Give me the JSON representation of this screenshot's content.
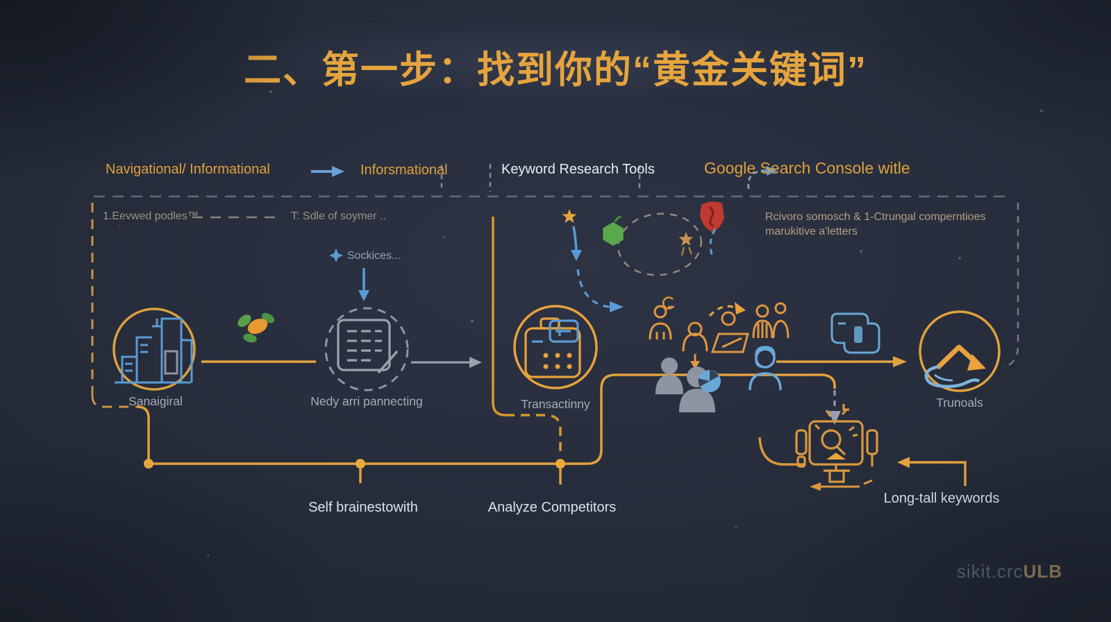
{
  "title": "二、第一步：找到你的“黄金关键词”",
  "headings": {
    "nav": "Navigational/ Informational",
    "informational": "Inforsmational",
    "keyword_tools": "Keyword Research Tools",
    "google_console": "Google Search Console witle"
  },
  "subtexts": {
    "podles": "1.Eevwed podles™",
    "sdle": "T: Sdle of soymer ..",
    "sockices": "Sockices...",
    "rcivoro_line1": "Rcivoro somosch &  1-Ctrungal comperntioes",
    "rcivoro_line2": "marukitive a'letters"
  },
  "nodes": {
    "node1": "Sanaigiral",
    "node2": "Nedy arri pannecting",
    "node3": "Transactinny",
    "node4": "Trunoals"
  },
  "bottom_labels": {
    "brainstorm": "Self brainestowith",
    "competitors": "Analyze Competitors",
    "longtail": "Long-tall keywords"
  },
  "watermark": {
    "part1": "sikit.crc",
    "part2": "ULB"
  },
  "colors": {
    "accent_orange": "#E2A23E",
    "blue": "#5B9BD5",
    "green": "#5AA84D",
    "red": "#BF3A30",
    "gray": "#9AA3B0",
    "white": "#E8ECF2",
    "background": "#272C3A"
  },
  "icons": {
    "node1": "city-buildings-icon",
    "node2": "document-table-icon",
    "node3": "briefcase-calculator-icon",
    "node4": "hand-arrow-icon",
    "cluster": "team-people-icon",
    "robot": "search-robot-icon",
    "decor": "rocket-leaf-icon, star-icon, hexagon-icon, shield-icon, tag-icon"
  }
}
